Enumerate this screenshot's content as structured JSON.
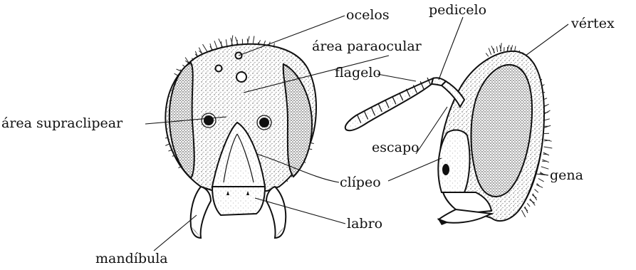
{
  "labels": {
    "ocelos": "ocelos",
    "pedicelo": "pedicelo",
    "vertex": "vértex",
    "area_paraocular": "área paraocular",
    "flagelo": "flagelo",
    "area_supraclipear": "área supraclipear",
    "escapo": "escapo",
    "clipeo": "clípeo",
    "gena": "gena",
    "labro": "labro",
    "mandibula": "mandíbula"
  },
  "colors": {
    "ink": "#111111",
    "stipple_light": "#d9d9d9",
    "stipple_mid": "#b5b5b5",
    "background": "#ffffff"
  }
}
